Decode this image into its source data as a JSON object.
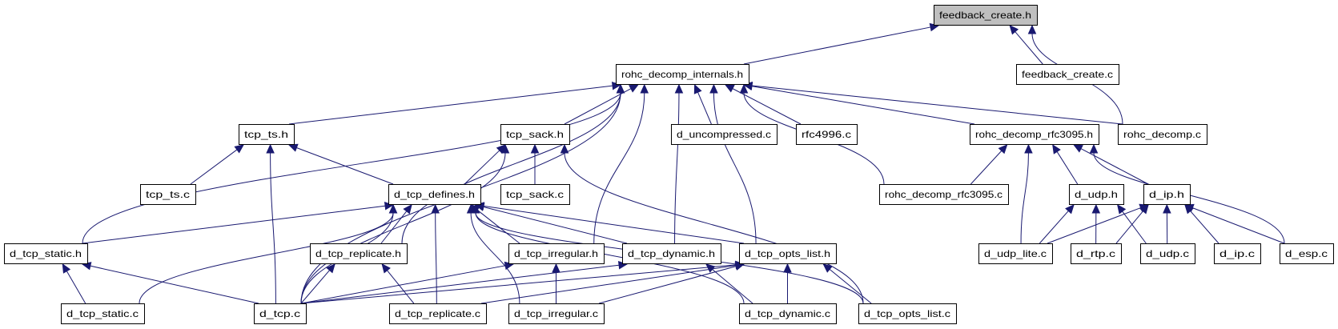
{
  "graph": {
    "root": "feedback_create.h",
    "colors": {
      "edge": "#191970",
      "root_fill": "#bfbfbf",
      "node_fill": "#ffffff",
      "border": "#000000"
    },
    "nodes": [
      {
        "id": "feedback_create.h",
        "label": "feedback_create.h"
      },
      {
        "id": "rohc_decomp_internals.h",
        "label": "rohc_decomp_internals.h"
      },
      {
        "id": "feedback_create.c",
        "label": "feedback_create.c"
      },
      {
        "id": "tcp_ts.h",
        "label": "tcp_ts.h"
      },
      {
        "id": "tcp_sack.h",
        "label": "tcp_sack.h"
      },
      {
        "id": "d_uncompressed.c",
        "label": "d_uncompressed.c"
      },
      {
        "id": "rfc4996.c",
        "label": "rfc4996.c"
      },
      {
        "id": "rohc_decomp_rfc3095.h",
        "label": "rohc_decomp_rfc3095.h"
      },
      {
        "id": "rohc_decomp.c",
        "label": "rohc_decomp.c"
      },
      {
        "id": "tcp_ts.c",
        "label": "tcp_ts.c"
      },
      {
        "id": "d_tcp_defines.h",
        "label": "d_tcp_defines.h"
      },
      {
        "id": "tcp_sack.c",
        "label": "tcp_sack.c"
      },
      {
        "id": "rohc_decomp_rfc3095.c",
        "label": "rohc_decomp_rfc3095.c"
      },
      {
        "id": "d_udp.h",
        "label": "d_udp.h"
      },
      {
        "id": "d_ip.h",
        "label": "d_ip.h"
      },
      {
        "id": "d_tcp_static.h",
        "label": "d_tcp_static.h"
      },
      {
        "id": "d_tcp_replicate.h",
        "label": "d_tcp_replicate.h"
      },
      {
        "id": "d_tcp_irregular.h",
        "label": "d_tcp_irregular.h"
      },
      {
        "id": "d_tcp_dynamic.h",
        "label": "d_tcp_dynamic.h"
      },
      {
        "id": "d_tcp_opts_list.h",
        "label": "d_tcp_opts_list.h"
      },
      {
        "id": "d_udp_lite.c",
        "label": "d_udp_lite.c"
      },
      {
        "id": "d_rtp.c",
        "label": "d_rtp.c"
      },
      {
        "id": "d_udp.c",
        "label": "d_udp.c"
      },
      {
        "id": "d_ip.c",
        "label": "d_ip.c"
      },
      {
        "id": "d_esp.c",
        "label": "d_esp.c"
      },
      {
        "id": "d_tcp_static.c",
        "label": "d_tcp_static.c"
      },
      {
        "id": "d_tcp.c",
        "label": "d_tcp.c"
      },
      {
        "id": "d_tcp_replicate.c",
        "label": "d_tcp_replicate.c"
      },
      {
        "id": "d_tcp_irregular.c",
        "label": "d_tcp_irregular.c"
      },
      {
        "id": "d_tcp_dynamic.c",
        "label": "d_tcp_dynamic.c"
      },
      {
        "id": "d_tcp_opts_list.c",
        "label": "d_tcp_opts_list.c"
      }
    ],
    "edges": [
      [
        "rohc_decomp_internals.h",
        "feedback_create.h"
      ],
      [
        "feedback_create.c",
        "feedback_create.h"
      ],
      [
        "rohc_decomp.c",
        "feedback_create.h"
      ],
      [
        "tcp_ts.h",
        "rohc_decomp_internals.h"
      ],
      [
        "tcp_sack.h",
        "rohc_decomp_internals.h"
      ],
      [
        "d_uncompressed.c",
        "rohc_decomp_internals.h"
      ],
      [
        "rfc4996.c",
        "rohc_decomp_internals.h"
      ],
      [
        "rohc_decomp_rfc3095.h",
        "rohc_decomp_internals.h"
      ],
      [
        "rohc_decomp.c",
        "rohc_decomp_internals.h"
      ],
      [
        "rohc_decomp_rfc3095.c",
        "rohc_decomp_internals.h"
      ],
      [
        "d_tcp_static.h",
        "rohc_decomp_internals.h"
      ],
      [
        "d_tcp.c",
        "rohc_decomp_internals.h"
      ],
      [
        "d_tcp_replicate.h",
        "rohc_decomp_internals.h"
      ],
      [
        "d_tcp_irregular.h",
        "rohc_decomp_internals.h"
      ],
      [
        "d_tcp_dynamic.h",
        "rohc_decomp_internals.h"
      ],
      [
        "d_tcp_opts_list.h",
        "rohc_decomp_internals.h"
      ],
      [
        "tcp_ts.c",
        "tcp_ts.h"
      ],
      [
        "d_tcp.c",
        "tcp_ts.h"
      ],
      [
        "d_tcp_defines.h",
        "tcp_ts.h"
      ],
      [
        "d_tcp_defines.h",
        "tcp_sack.h"
      ],
      [
        "tcp_sack.c",
        "tcp_sack.h"
      ],
      [
        "d_tcp.c",
        "tcp_sack.h"
      ],
      [
        "d_tcp_opts_list.c",
        "tcp_sack.h"
      ],
      [
        "d_tcp_static.h",
        "d_tcp_defines.h"
      ],
      [
        "d_tcp_static.c",
        "d_tcp_defines.h"
      ],
      [
        "d_tcp.c",
        "d_tcp_defines.h"
      ],
      [
        "d_tcp_replicate.h",
        "d_tcp_defines.h"
      ],
      [
        "d_tcp_replicate.c",
        "d_tcp_defines.h"
      ],
      [
        "d_tcp_irregular.c",
        "d_tcp_defines.h"
      ],
      [
        "d_tcp_irregular.h",
        "d_tcp_defines.h"
      ],
      [
        "d_tcp_dynamic.h",
        "d_tcp_defines.h"
      ],
      [
        "d_tcp_opts_list.h",
        "d_tcp_defines.h"
      ],
      [
        "d_tcp_dynamic.c",
        "d_tcp_defines.h"
      ],
      [
        "d_tcp_opts_list.c",
        "d_tcp_defines.h"
      ],
      [
        "d_tcp_static.c",
        "d_tcp_static.h"
      ],
      [
        "d_tcp.c",
        "d_tcp_static.h"
      ],
      [
        "d_tcp.c",
        "d_tcp_replicate.h"
      ],
      [
        "d_tcp_replicate.c",
        "d_tcp_replicate.h"
      ],
      [
        "d_tcp.c",
        "d_tcp_irregular.h"
      ],
      [
        "d_tcp_irregular.c",
        "d_tcp_irregular.h"
      ],
      [
        "d_tcp.c",
        "d_tcp_dynamic.h"
      ],
      [
        "d_tcp_dynamic.c",
        "d_tcp_dynamic.h"
      ],
      [
        "d_tcp.c",
        "d_tcp_opts_list.h"
      ],
      [
        "d_tcp_replicate.c",
        "d_tcp_opts_list.h"
      ],
      [
        "d_tcp_irregular.c",
        "d_tcp_opts_list.h"
      ],
      [
        "d_tcp_dynamic.c",
        "d_tcp_opts_list.h"
      ],
      [
        "d_tcp_opts_list.c",
        "d_tcp_opts_list.h"
      ],
      [
        "rohc_decomp_rfc3095.c",
        "rohc_decomp_rfc3095.h"
      ],
      [
        "d_udp_lite.c",
        "rohc_decomp_rfc3095.h"
      ],
      [
        "d_udp.h",
        "rohc_decomp_rfc3095.h"
      ],
      [
        "d_ip.h",
        "rohc_decomp_rfc3095.h"
      ],
      [
        "d_esp.c",
        "rohc_decomp_rfc3095.h"
      ],
      [
        "d_udp_lite.c",
        "d_udp.h"
      ],
      [
        "d_rtp.c",
        "d_udp.h"
      ],
      [
        "d_udp.c",
        "d_udp.h"
      ],
      [
        "d_udp_lite.c",
        "d_ip.h"
      ],
      [
        "d_rtp.c",
        "d_ip.h"
      ],
      [
        "d_udp.c",
        "d_ip.h"
      ],
      [
        "d_ip.c",
        "d_ip.h"
      ],
      [
        "d_esp.c",
        "d_ip.h"
      ]
    ]
  }
}
